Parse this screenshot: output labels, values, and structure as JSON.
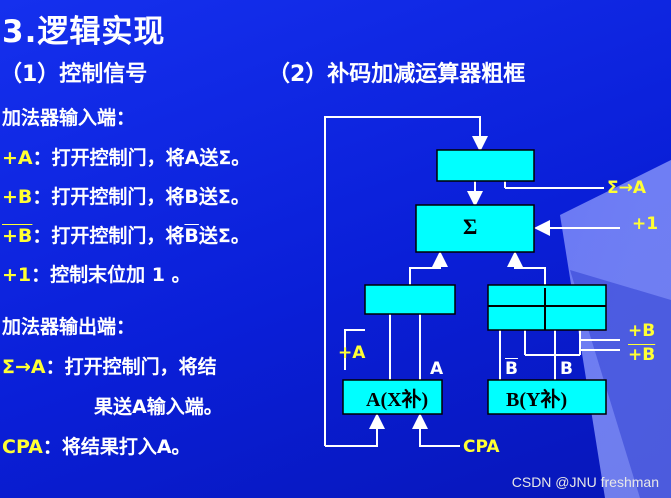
{
  "title": "3.逻辑实现",
  "sections": {
    "control_signals": "（1）控制信号",
    "frame": "（2）补码加减运算器粗框"
  },
  "adder_input": {
    "heading": "加法器输入端：",
    "items": [
      {
        "code": "+A",
        "desc": "：打开控制门，将A送Σ。"
      },
      {
        "code": "+B",
        "desc": "：打开控制门，将B送Σ。"
      },
      {
        "code": "+B",
        "desc_prefix": "：打开控制门，将",
        "desc_over": "B",
        "desc_suffix": "送Σ。"
      },
      {
        "code": "+1",
        "desc": "：控制末位加 1 。"
      }
    ]
  },
  "adder_output": {
    "heading": "加法器输出端：",
    "sigma_a": {
      "code": "Σ→A",
      "line1": "：打开控制门，将结",
      "line2": "果送A输入端。"
    },
    "cpa": {
      "code": "CPA",
      "desc": "：将结果打入A。"
    }
  },
  "diagram": {
    "sigma": "Σ",
    "reg_a": "A(X补)",
    "reg_b": "B(Y补)",
    "sig_sigma_to_a": "Σ→A",
    "sig_plus1": "+1",
    "sig_plus_a": "+A",
    "sig_plus_b": "+B",
    "sig_plus_bbar": "+B",
    "pin_a": "A",
    "pin_bbar": "B",
    "pin_b": "B",
    "sig_cpa": "CPA",
    "colors": {
      "box_fill": "#00ffff",
      "arrow": "#ffffff",
      "label": "#ffff33"
    }
  },
  "watermark": "CSDN @JNU freshman"
}
